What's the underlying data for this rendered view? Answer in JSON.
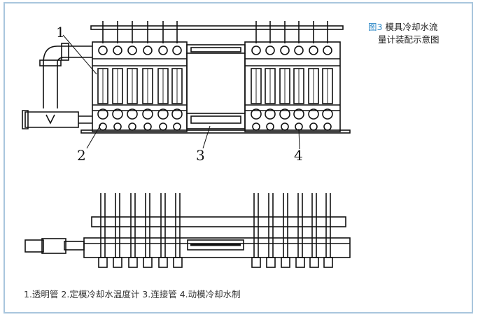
{
  "figure": {
    "number": "图3",
    "title_line1": "模具冷却水流",
    "title_line2": "量计装配示意图"
  },
  "callouts": [
    "1",
    "2",
    "3",
    "4"
  ],
  "legend": "1.透明管 2.定模冷却水温度计 3.连接管 4.动模冷却水制"
}
